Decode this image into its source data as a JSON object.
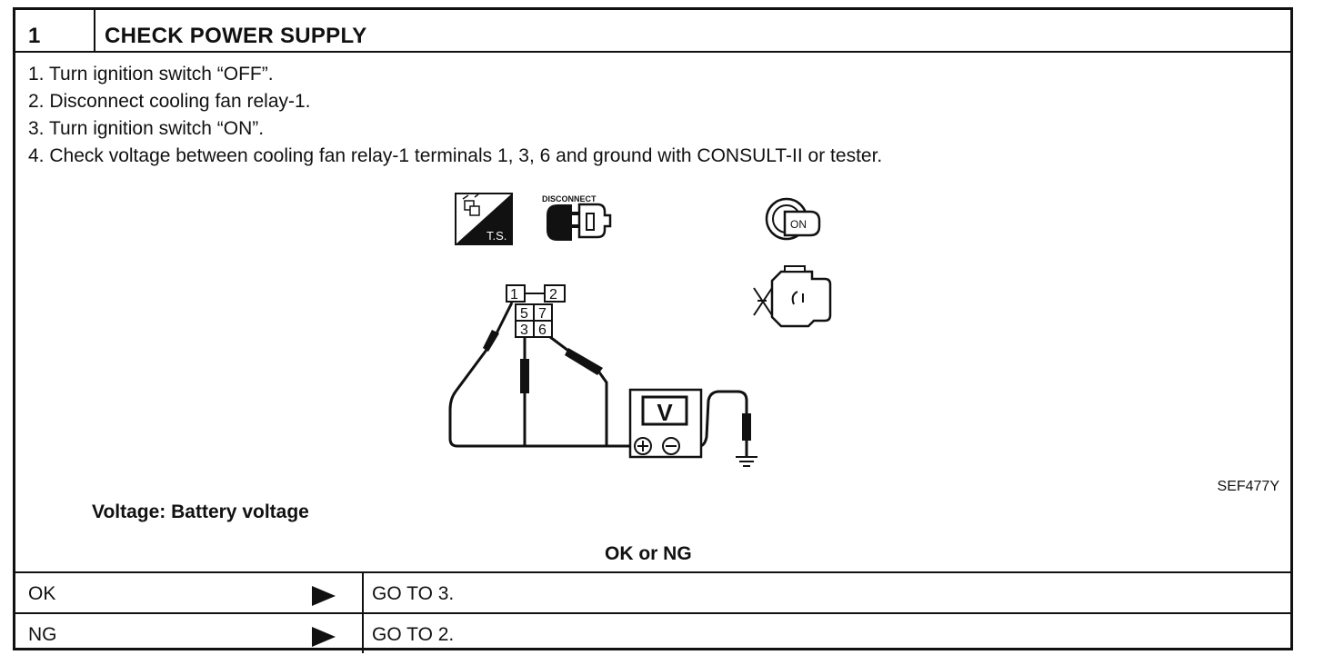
{
  "step": {
    "number": "1",
    "title": "CHECK POWER SUPPLY"
  },
  "instructions": [
    "1.  Turn ignition switch “OFF”.",
    "2.  Disconnect cooling fan relay-1.",
    "3.  Turn ignition switch “ON”.",
    "4.  Check voltage between cooling fan relay-1 terminals 1, 3, 6 and ground with CONSULT-II or tester."
  ],
  "figure": {
    "disconnect_label": "DISCONNECT",
    "ts_label": "T.S.",
    "on_label": "ON",
    "meter_label": "V",
    "terminals": [
      "1",
      "2",
      "5",
      "7",
      "3",
      "6"
    ],
    "reference": "SEF477Y"
  },
  "spec": "Voltage: Battery voltage",
  "result_header": "OK or NG",
  "results": [
    {
      "label": "OK",
      "action": "GO TO 3."
    },
    {
      "label": "NG",
      "action": "GO TO 2."
    }
  ]
}
